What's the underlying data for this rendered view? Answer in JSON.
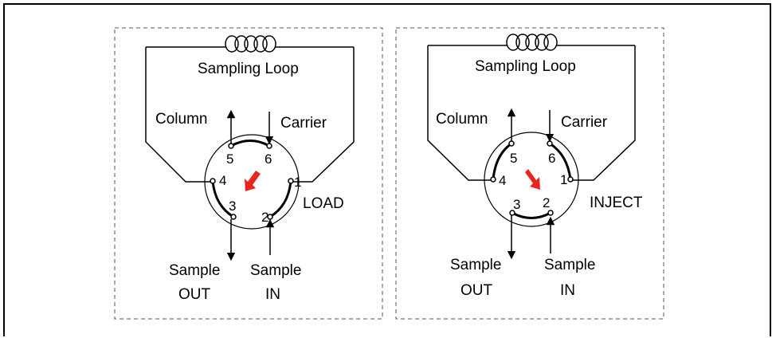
{
  "panels": [
    {
      "loop_label": "Sampling Loop",
      "column_label": "Column",
      "carrier_label": "Carrier",
      "sample_out_line1": "Sample",
      "sample_out_line2": "OUT",
      "sample_in_line1": "Sample",
      "sample_in_line2": "IN",
      "mode_label": "LOAD",
      "ports": [
        "1",
        "2",
        "3",
        "4",
        "5",
        "6"
      ]
    },
    {
      "loop_label": "Sampling Loop",
      "column_label": "Column",
      "carrier_label": "Carrier",
      "sample_out_line1": "Sample",
      "sample_out_line2": "OUT",
      "sample_in_line1": "Sample",
      "sample_in_line2": "IN",
      "mode_label": "INJECT",
      "ports": [
        "1",
        "2",
        "3",
        "4",
        "5",
        "6"
      ]
    }
  ],
  "colors": {
    "rotation_arrow": "#e8251f",
    "line": "#000000"
  }
}
